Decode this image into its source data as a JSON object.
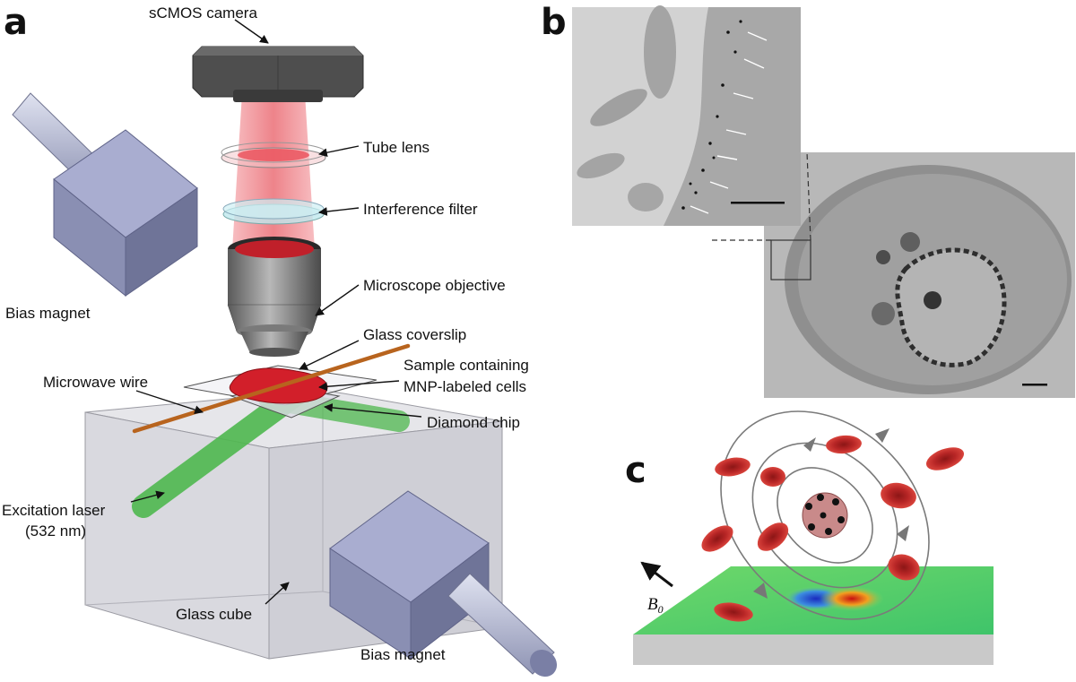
{
  "panels": {
    "a": "a",
    "b": "b",
    "c": "c"
  },
  "labels": {
    "camera": "sCMOS camera",
    "tube_lens": "Tube lens",
    "interference_filter": "Interference filter",
    "objective": "Microscope objective",
    "coverslip": "Glass coverslip",
    "sample_line1": "Sample containing",
    "sample_line2": "MNP-labeled cells",
    "microwave_wire": "Microwave wire",
    "diamond_chip": "Diamond chip",
    "bias_magnet_left": "Bias magnet",
    "bias_magnet_right": "Bias magnet",
    "excitation_line1": "Excitation laser",
    "excitation_line2": "(532 nm)",
    "glass_cube": "Glass cube",
    "b0_symbol": "B",
    "b0_sub": "0"
  },
  "colors": {
    "magnet": "#8e93b6",
    "camera": "#4f4f4f",
    "beam_red": "#e0505a",
    "laser_green": "#5ec85e",
    "wire": "#c06a2a",
    "sample": "#d01f2a",
    "cube": "#dcdce2",
    "em_gray": "#9a9a9a",
    "blood_cell": "#c9302c"
  }
}
